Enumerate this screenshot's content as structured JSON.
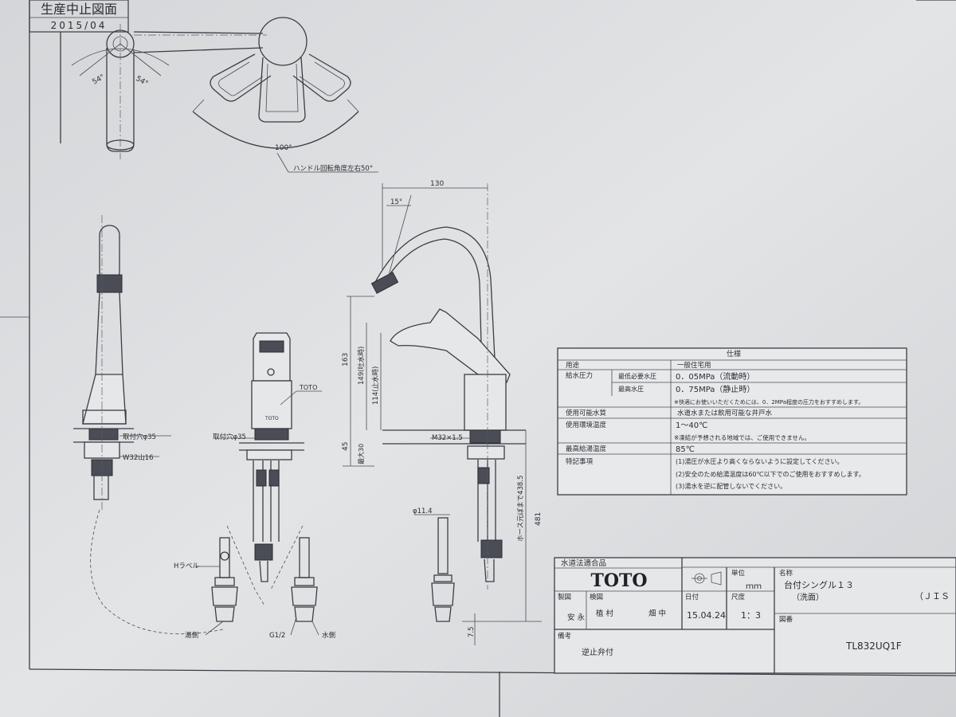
{
  "stamp": {
    "text": "生産中止図面",
    "date": "2015/04"
  },
  "top_view": {
    "angle_left": "54°",
    "angle_right": "54°",
    "arc_dim": "100°",
    "handle_note": "ハンドル回転角度左右50°"
  },
  "side_labels": {
    "mount_hole_left": "取付穴φ35",
    "mount_hole_mid": "取付穴φ35",
    "thread_left": "W32山16",
    "toto_leader": "TOTO",
    "brand_on_body": "TOTO"
  },
  "dims": {
    "width_130": "130",
    "angle_15": "15°",
    "h_163": "163",
    "h_149": "149(吐水時)",
    "h_114": "114(止水時)",
    "h_45": "45",
    "max30": "最大30",
    "m32": "M32×1.5",
    "hose": "ホース元ぼまで438.5",
    "h_481": "481",
    "phi": "φ11.4",
    "d75": "7.5"
  },
  "hose_labels": {
    "h_label": "Hラベル",
    "hot_side": "湯側",
    "g12": "G1/2",
    "water_side": "水側"
  },
  "spec_table": {
    "header": "仕様",
    "rows": [
      {
        "a": "用途",
        "b": "",
        "v": "一般住宅用"
      },
      {
        "a": "給水圧力",
        "b": "最低必要水圧",
        "v": "0．05MPa（流動時）"
      },
      {
        "a": "",
        "b": "最高水圧",
        "v": "0．75MPa（静止時）"
      },
      {
        "a": "",
        "b": "",
        "v": "※快適にお使いいただくためには、0．2MPa程度の圧力をおすすめします。"
      },
      {
        "a": "使用可能水質",
        "b": "",
        "v": "水道水または飲用可能な井戸水"
      },
      {
        "a": "使用環境温度",
        "b": "",
        "v": "1～40℃"
      },
      {
        "a": "",
        "b": "",
        "v": "※凍結が予想される地域では、ご使用できません。"
      },
      {
        "a": "最高給湯温度",
        "b": "",
        "v": "85℃"
      },
      {
        "a": "特記事項",
        "b": "",
        "v": "(1)湯圧が水圧より高くならないように設定してください。"
      },
      {
        "a": "",
        "b": "",
        "v": "(2)安全のため給湯温度は60℃以下でのご使用をおすすめします。"
      },
      {
        "a": "",
        "b": "",
        "v": "(3)湯水を逆に配管しないでください。"
      }
    ]
  },
  "title_block": {
    "compliance": "水道法適合品",
    "logo": "TOTO",
    "unit_label": "単位",
    "unit": "ｍｍ",
    "name_label": "名称",
    "name_line1": "台付シングル１３",
    "name_line2": "（洗面）",
    "jis": "（ＪＩＳ",
    "made_label": "製図",
    "made": "安 永",
    "check_label": "検図",
    "check_1": "植 村",
    "check_2": "畑 中",
    "date_label": "日付",
    "date": "15.04.24",
    "scale_label": "尺度",
    "scale": "1：3",
    "drawing_label": "図番",
    "drawing_no": "TL832UQ1F",
    "remarks_label": "備考",
    "remarks": "逆止弁付"
  }
}
